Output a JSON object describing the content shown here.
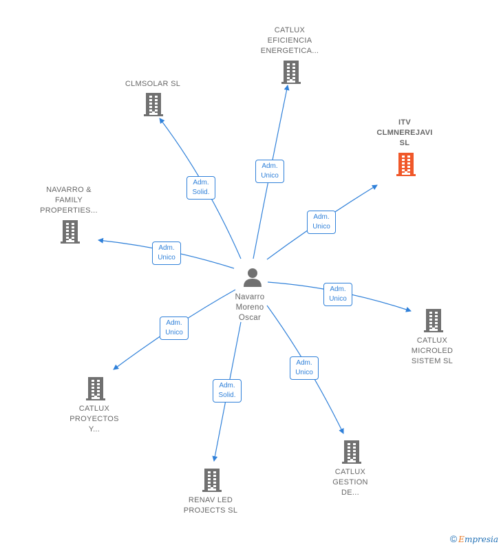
{
  "center": {
    "lines": [
      "Navarro",
      "Moreno",
      "Oscar"
    ]
  },
  "companies": [
    {
      "id": "catlux-eficiencia",
      "lines": [
        "CATLUX",
        "EFICIENCIA",
        "ENERGETICA..."
      ],
      "highlight": false
    },
    {
      "id": "clmsolar",
      "lines": [
        "CLMSOLAR  SL"
      ],
      "highlight": false
    },
    {
      "id": "itv-clmnerejavi",
      "lines": [
        "ITV",
        "CLMNEREJAVI",
        "SL"
      ],
      "highlight": true
    },
    {
      "id": "navarro-family",
      "lines": [
        "NAVARRO &",
        "FAMILY",
        "PROPERTIES..."
      ],
      "highlight": false
    },
    {
      "id": "catlux-microled",
      "lines": [
        "CATLUX",
        "MICROLED",
        "SISTEM  SL"
      ],
      "highlight": false
    },
    {
      "id": "catlux-proyectos",
      "lines": [
        "CATLUX",
        "PROYECTOS",
        "Y..."
      ],
      "highlight": false
    },
    {
      "id": "catlux-gestion",
      "lines": [
        "CATLUX",
        "GESTION",
        "DE..."
      ],
      "highlight": false
    },
    {
      "id": "renav-led",
      "lines": [
        "RENAV LED",
        "PROJECTS SL"
      ],
      "highlight": false
    }
  ],
  "edges": [
    {
      "to": "catlux-eficiencia",
      "label": [
        "Adm.",
        "Unico"
      ]
    },
    {
      "to": "clmsolar",
      "label": [
        "Adm.",
        "Solid."
      ]
    },
    {
      "to": "itv-clmnerejavi",
      "label": [
        "Adm.",
        "Unico"
      ]
    },
    {
      "to": "navarro-family",
      "label": [
        "Adm.",
        "Unico"
      ]
    },
    {
      "to": "catlux-microled",
      "label": [
        "Adm.",
        "Unico"
      ]
    },
    {
      "to": "catlux-proyectos",
      "label": [
        "Adm.",
        "Unico"
      ]
    },
    {
      "to": "catlux-gestion",
      "label": [
        "Adm.",
        "Unico"
      ]
    },
    {
      "to": "renav-led",
      "label": [
        "Adm.",
        "Solid."
      ]
    }
  ],
  "colors": {
    "edge": "#2f80d9",
    "building": "#707070",
    "highlight": "#f0582a",
    "text": "#666666"
  },
  "icons": {
    "center": "person-icon",
    "company": "building-icon"
  },
  "footer": {
    "copyright": "©",
    "brand_initial": "E",
    "brand_rest": "mpresia"
  }
}
